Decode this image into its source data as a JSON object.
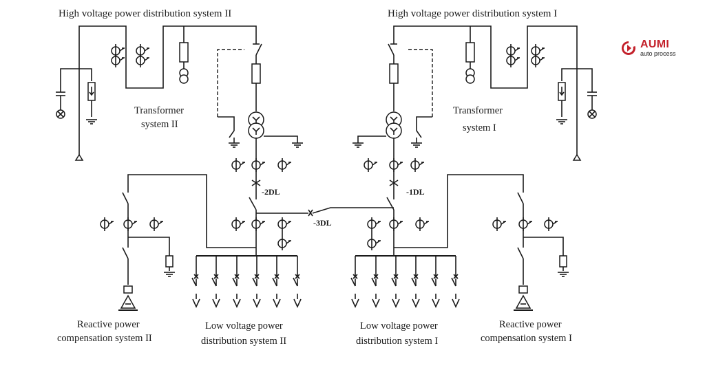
{
  "labels": {
    "hv_ii": "High voltage power distribution system II",
    "hv_i": "High voltage power distribution system I",
    "tr_ii_1": "Transformer",
    "tr_ii_2": "system II",
    "tr_i_1": "Transformer",
    "tr_i_2": "system I",
    "sw_2dl": "-2DL",
    "sw_1dl": "-1DL",
    "sw_3dl": "-3DL",
    "rp_ii_1": "Reactive power",
    "rp_ii_2": "compensation system II",
    "lv_ii_1": "Low voltage power",
    "lv_ii_2": "distribution system II",
    "lv_i_1": "Low voltage power",
    "lv_i_2": "distribution system I",
    "rp_i_1": "Reactive power",
    "rp_i_2": "compensation system I"
  },
  "logo": {
    "name": "AUMI",
    "tagline": "auto process",
    "color": "#c3202a"
  },
  "colors": {
    "line": "#1a1a1a",
    "background": "#ffffff"
  }
}
